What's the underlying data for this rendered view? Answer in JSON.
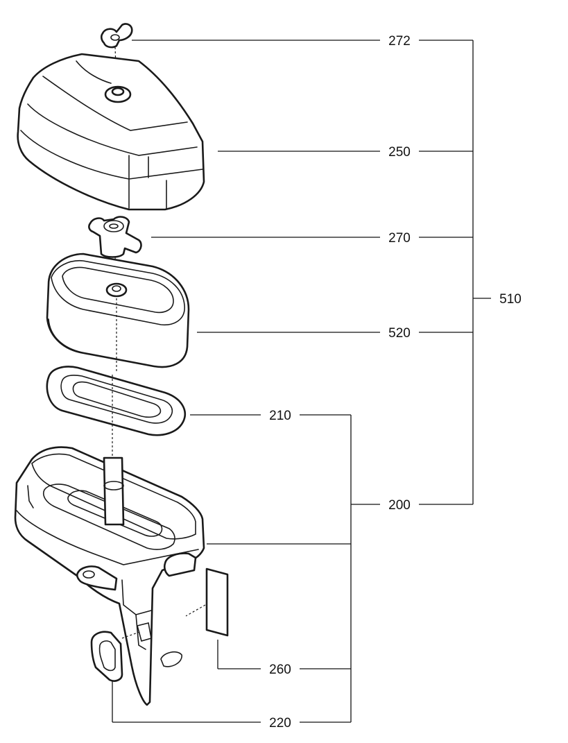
{
  "diagram": {
    "colors": {
      "line": "#111111",
      "background": "#ffffff"
    },
    "parts": [
      {
        "name": "wing-nut-top",
        "callout": "272"
      },
      {
        "name": "air-filter-cover",
        "callout": "250"
      },
      {
        "name": "wing-nut",
        "callout": "270"
      },
      {
        "name": "filter-element",
        "callout": "520"
      },
      {
        "name": "seal-gasket",
        "callout": "210"
      },
      {
        "name": "air-filter-base",
        "callout": "200"
      },
      {
        "name": "decal-plate",
        "callout": "260"
      },
      {
        "name": "mounting-gasket",
        "callout": "220"
      }
    ],
    "assembly": {
      "name": "air-cleaner-assembly",
      "callout": "510"
    }
  }
}
